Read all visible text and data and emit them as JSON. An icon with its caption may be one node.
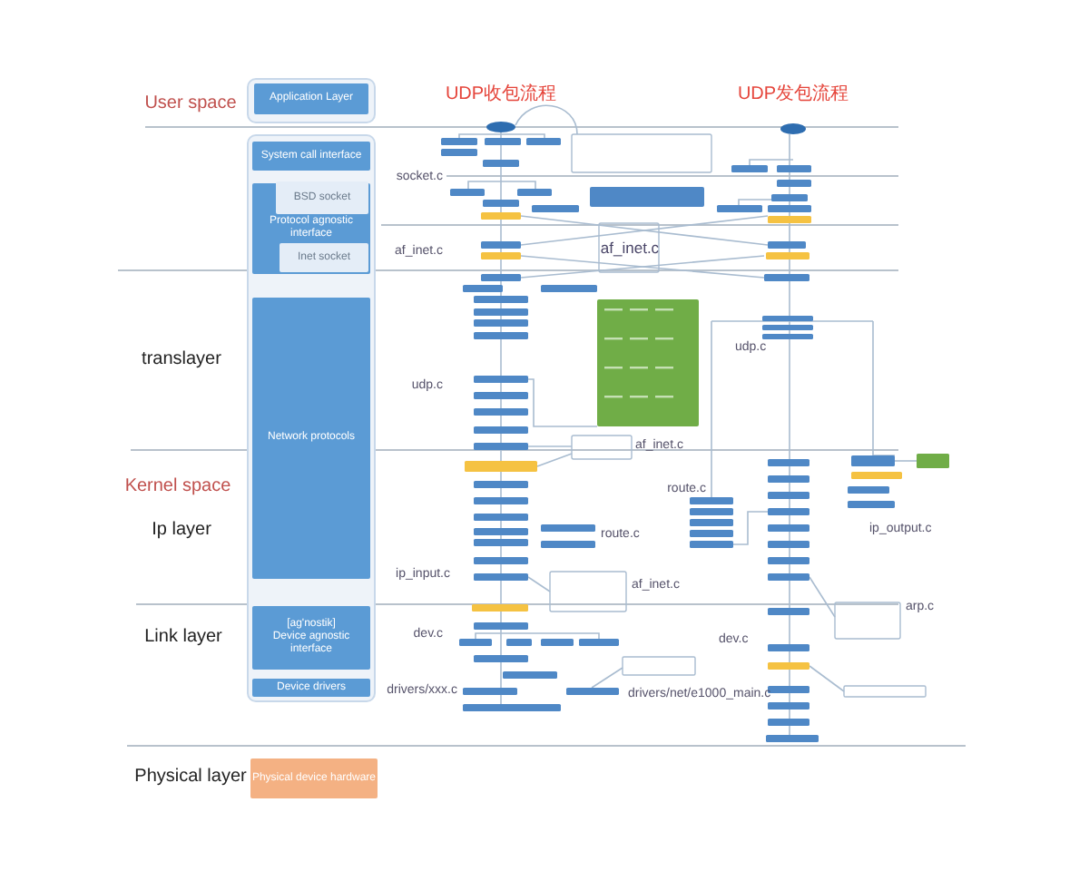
{
  "diagram": {
    "nodes": [
      {
        "text": [],
        "shape": "box"
      },
      {
        "text": [
          "Application Layer"
        ],
        "in": 0
      },
      {
        "text": [],
        "shape": "box"
      },
      {
        "text": [
          "System call interface"
        ],
        "in": 2
      },
      {
        "text": [
          "Protocol agnostic interface"
        ],
        "in": 2
      },
      {
        "text": [
          "BSD socket"
        ],
        "in": 4
      },
      {
        "text": [
          "Inet socket"
        ],
        "in": 4
      },
      {
        "text": [
          "Network protocols"
        ],
        "in": 2
      },
      {
        "text": [
          "[ag'nostik]",
          "Device agnostic interface"
        ],
        "in": 2
      },
      {
        "text": [
          "Device drivers"
        ],
        "in": 2
      },
      {
        "text": [
          "Physical device hardware"
        ]
      }
    ],
    "labels": [
      "User space",
      "UDP收包流程",
      "UDP发包流程",
      "socket.c",
      "af_inet.c",
      "af_inet.c",
      "udp.c",
      "translayer",
      "udp.c",
      "af_inet.c",
      "Kernel space",
      "route.c",
      "Ip layer",
      "route.c",
      "ip_output.c",
      "ip_input.c",
      "af_inet.c",
      "arp.c",
      "Link layer",
      "dev.c",
      "dev.c",
      "drivers/xxx.c",
      "drivers/net/e1000_main.c",
      "Physical layer"
    ]
  }
}
